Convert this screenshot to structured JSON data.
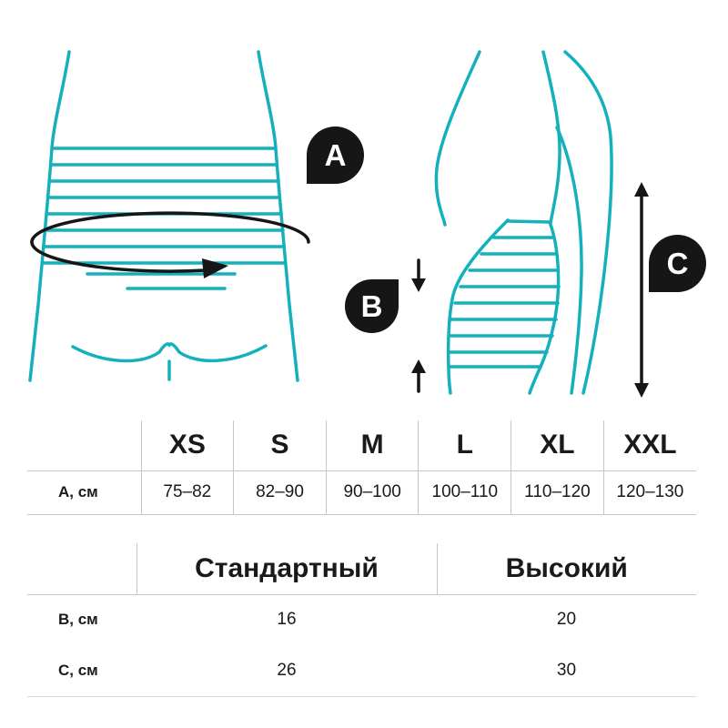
{
  "colors": {
    "teal": "#14b1bc",
    "badge_black": "#161616",
    "table_line_gray": "#c7c7c7",
    "text": "#1a1a1a"
  },
  "badges": {
    "a": "A",
    "b": "B",
    "c": "C"
  },
  "size_table": {
    "row_label": "А, см",
    "headers": [
      "XS",
      "S",
      "M",
      "L",
      "XL",
      "XXL"
    ],
    "values": [
      "75–82",
      "82–90",
      "90–100",
      "100–110",
      "110–120",
      "120–130"
    ]
  },
  "height_table": {
    "headers": [
      "Стандартный",
      "Высокий"
    ],
    "rows": [
      {
        "label": "В, см",
        "values": [
          "16",
          "20"
        ]
      },
      {
        "label": "С, см",
        "values": [
          "26",
          "30"
        ]
      }
    ]
  }
}
